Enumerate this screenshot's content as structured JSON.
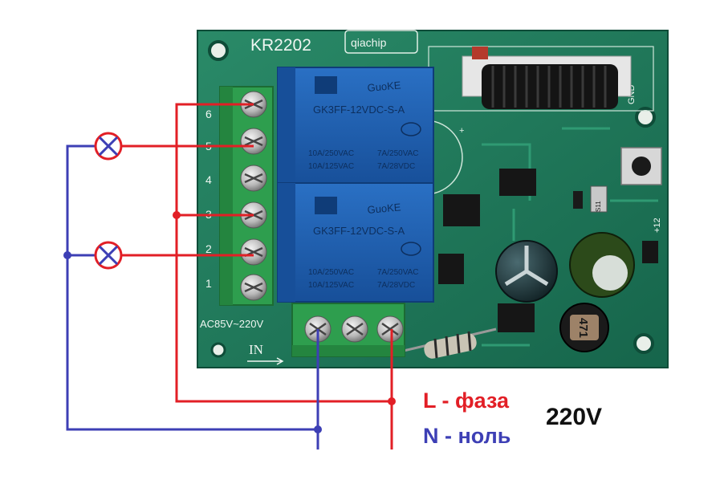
{
  "board": {
    "model": "KR2202",
    "brand": "qiachip",
    "voltage_marking": "AC85V~220V",
    "input_marking": "IN",
    "terminal_numbers": [
      "6",
      "5",
      "4",
      "3",
      "2",
      "1"
    ],
    "relay_brand": "GuoKE",
    "relay_model": "GK3FF-12VDC-S-A",
    "relay_rating_1": "10A/250VAC",
    "relay_rating_2": "10A/125VAC",
    "relay_rating_3": "7A/250VAC",
    "relay_rating_4": "7A/28VDC",
    "inductor_marking": "471",
    "gnd_marking": "GND",
    "plus12_marking": "+12",
    "cap_marking": "S11"
  },
  "legend": {
    "phase": "L - фаза",
    "neutral": "N - ноль",
    "voltage": "220V"
  },
  "colors": {
    "phase_wire": "#e21f26",
    "neutral_wire": "#3d3fb5",
    "pcb": "#1f7a5c",
    "terminal": "#2e9e4e",
    "relay": "#1e5fb0"
  }
}
